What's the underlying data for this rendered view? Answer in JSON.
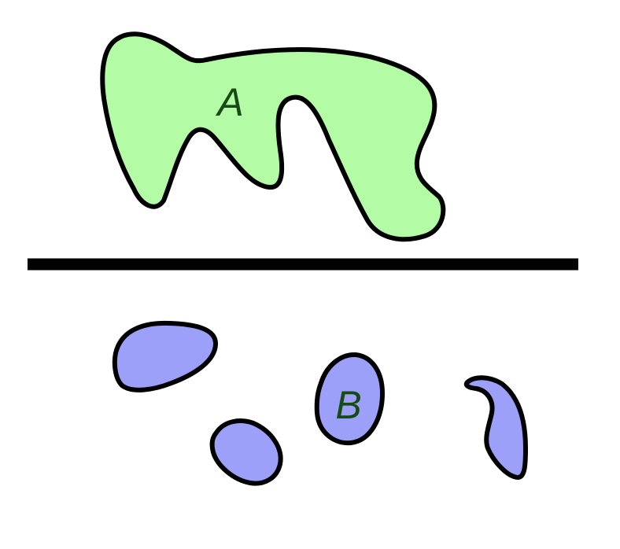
{
  "diagram": {
    "region_a": {
      "label": "A",
      "fill": "#b3fca5",
      "stroke": "#000000",
      "label_color": "#174a17"
    },
    "region_b": {
      "label": "B",
      "fill": "#9da0f8",
      "stroke": "#000000",
      "label_color": "#174a17",
      "blob_count": 4
    },
    "separator": {
      "color": "#000000"
    }
  }
}
